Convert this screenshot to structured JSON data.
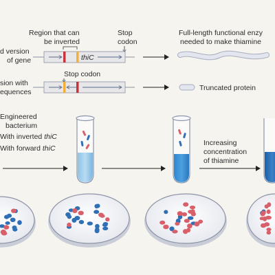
{
  "labels": {
    "region_line1": "Region that can",
    "region_line2": "be inverted",
    "stop_top": "Stop",
    "codon_top": "codon",
    "full_line1": "Full-length functional enzy",
    "full_line2": "needed to make thiamine",
    "gene_line1": "d version",
    "gene_line2": "of gene",
    "gene_name": "thiC",
    "stop_codon_mid": "Stop codon",
    "inv_line1": "sion with",
    "inv_line2": "equences",
    "truncated": "Truncated protein",
    "eng_line1": "Engineered",
    "eng_line2": "bacterium",
    "with_inverted_prefix": "With inverted ",
    "with_inverted_gene": "thiC",
    "with_forward_prefix": "With forward ",
    "with_forward_gene": "thiC",
    "inc_line1": "Increasing",
    "inc_line2": "concentration",
    "inc_line3": "of thiamine"
  },
  "colors": {
    "background": "#f6f4ef",
    "forward_blue": "#2f6fb5",
    "inverted_red": "#d8606a",
    "gene_box": "#e7e7ea",
    "yellow_marker": "#f0b03a",
    "red_marker": "#c8343c",
    "protein": "#dfe2ea",
    "arrow": "#222222"
  }
}
